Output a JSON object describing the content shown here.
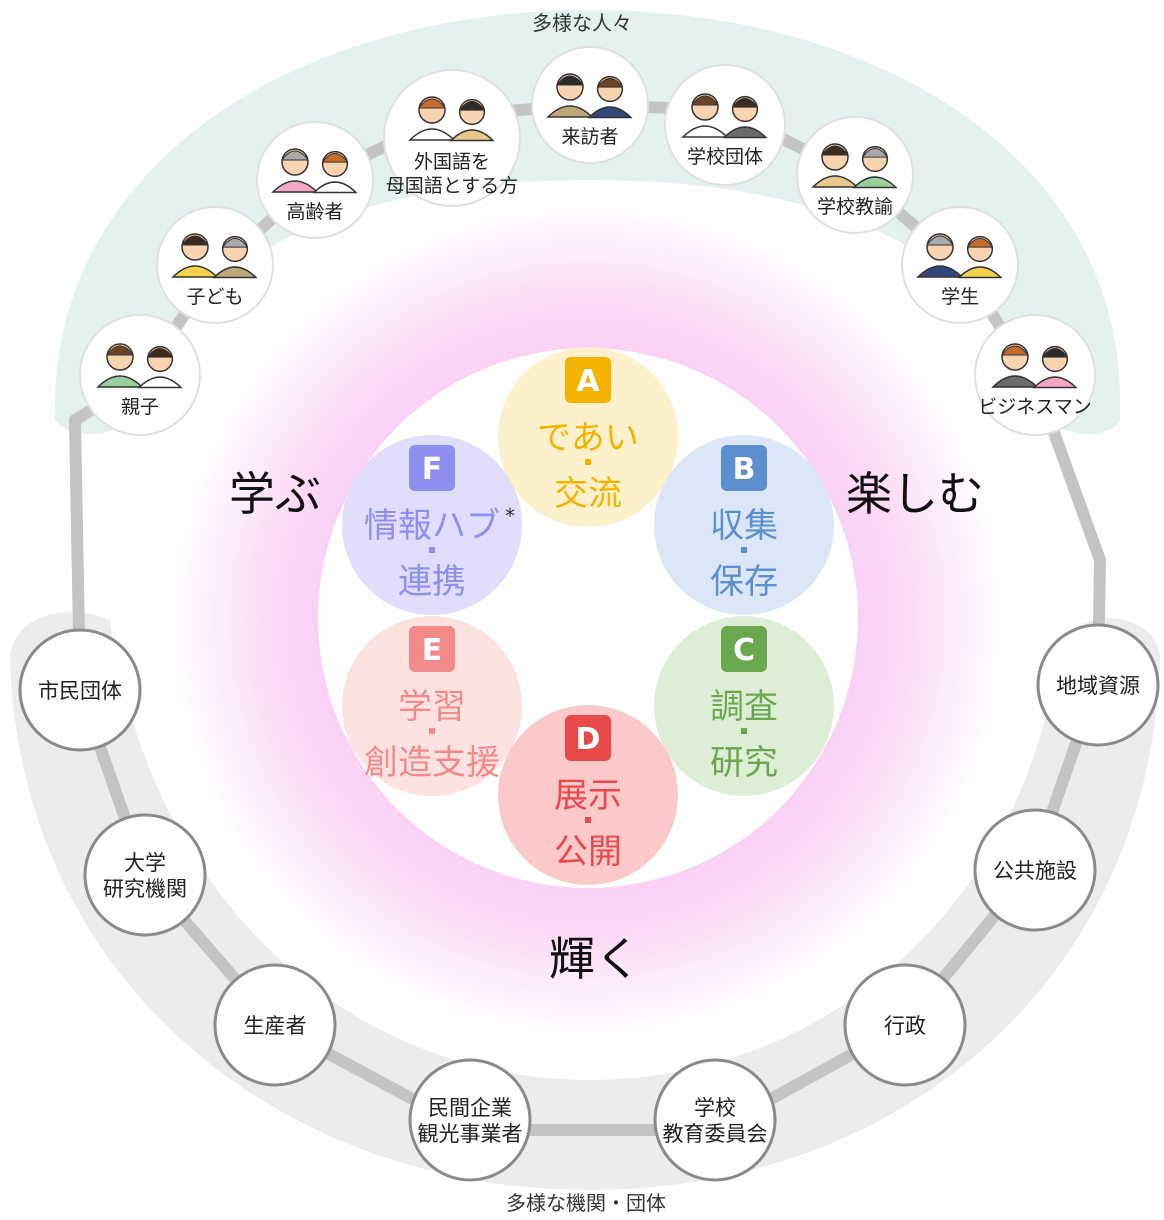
{
  "labels": {
    "top_caption": "多様な人々",
    "bottom_caption": "多様な機関・団体",
    "manabu": "学ぶ",
    "tanoshimu": "楽しむ",
    "kagayaku": "輝く"
  },
  "people": [
    {
      "id": "oyako",
      "lines": [
        "親子"
      ]
    },
    {
      "id": "kodomo",
      "lines": [
        "子ども"
      ]
    },
    {
      "id": "koreisha",
      "lines": [
        "高齢者"
      ]
    },
    {
      "id": "gaikokugo",
      "lines": [
        "外国語を",
        "母国語とする方"
      ]
    },
    {
      "id": "raihousha",
      "lines": [
        "来訪者"
      ]
    },
    {
      "id": "gakkou-dantai",
      "lines": [
        "学校団体"
      ]
    },
    {
      "id": "gakkou-kyoyu",
      "lines": [
        "学校教諭"
      ]
    },
    {
      "id": "gakusei",
      "lines": [
        "学生"
      ]
    },
    {
      "id": "businessman",
      "lines": [
        "ビジネスマン"
      ]
    }
  ],
  "organizations": [
    {
      "id": "shimin-dantai",
      "lines": [
        "市民団体"
      ]
    },
    {
      "id": "daigaku",
      "lines": [
        "大学",
        "研究機関"
      ]
    },
    {
      "id": "seisansha",
      "lines": [
        "生産者"
      ]
    },
    {
      "id": "minkan",
      "lines": [
        "民間企業",
        "観光事業者"
      ]
    },
    {
      "id": "gakkou",
      "lines": [
        "学校",
        "教育委員会"
      ]
    },
    {
      "id": "gyosei",
      "lines": [
        "行政"
      ]
    },
    {
      "id": "kokyo-shisetsu",
      "lines": [
        "公共施設"
      ]
    },
    {
      "id": "chiiki-shigen",
      "lines": [
        "地域資源"
      ]
    }
  ],
  "functions": [
    {
      "letter": "A",
      "line1": "であい",
      "line2": "交流",
      "asterisk": "",
      "color": "#f3b300",
      "fill": "#fdf0c8"
    },
    {
      "letter": "B",
      "line1": "収集",
      "line2": "保存",
      "asterisk": "",
      "color": "#5b8fcf",
      "fill": "#d9e6f5"
    },
    {
      "letter": "C",
      "line1": "調査",
      "line2": "研究",
      "asterisk": "",
      "color": "#6aa84f",
      "fill": "#dcedd4"
    },
    {
      "letter": "D",
      "line1": "展示",
      "line2": "公開",
      "asterisk": "",
      "color": "#e84a4a",
      "fill": "#fbc6c6"
    },
    {
      "letter": "E",
      "line1": "学習",
      "line2": "創造支援",
      "asterisk": "",
      "color": "#f28a8a",
      "fill": "#fde0e0"
    },
    {
      "letter": "F",
      "line1": "情報ハブ",
      "line2": "連携",
      "asterisk": "*",
      "color": "#8f8ff0",
      "fill": "#dedcfb"
    }
  ],
  "colors": {
    "people_band": "#e4f1ef",
    "org_band": "#ececec",
    "connector": "#c4c4c4",
    "pink_glow": "#f6c2f2"
  }
}
